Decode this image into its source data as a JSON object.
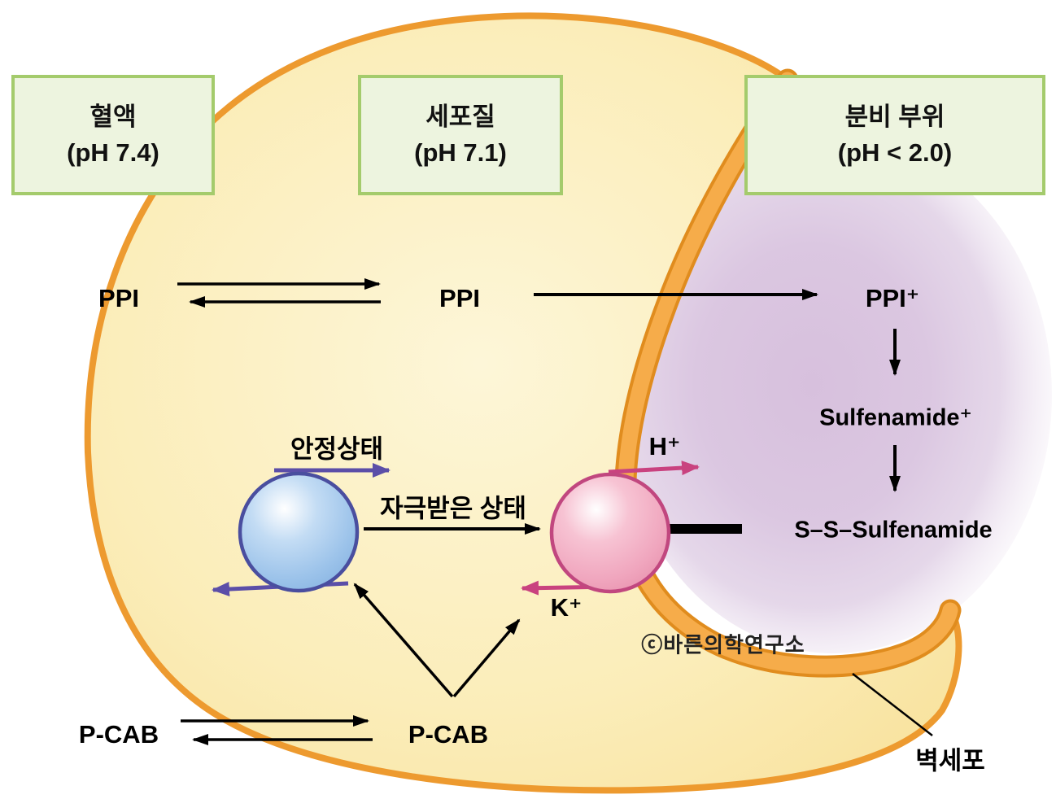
{
  "figure": {
    "watermark": "ⓒ바른의학연구소",
    "cell_label": "벽세포"
  },
  "regions": [
    {
      "name": "혈액",
      "ph": "(pH 7.4)"
    },
    {
      "name": "세포질",
      "ph": "(pH 7.1)"
    },
    {
      "name": "분비 부위",
      "ph": "(pH < 2.0)"
    }
  ],
  "molecules": {
    "ppi_blood": "PPI",
    "ppi_cytoplasm": "PPI",
    "ppi_activated": "PPI⁺",
    "sulfenamide": "Sulfenamide⁺",
    "ss_sulfenamide": "S–S–Sulfenamide",
    "pcab_blood": "P-CAB",
    "pcab_cytoplasm": "P-CAB"
  },
  "pump": {
    "resting_label": "안정상태",
    "stimulated_label": "자극받은 상태",
    "h_ion": "H⁺",
    "k_ion": "K⁺"
  },
  "colors": {
    "cell_fill": "#FBEDB9",
    "cell_membrane": "#ED9A2F",
    "membrane_band": "#F6AC4A",
    "membrane_band_edge": "#E08C1E",
    "secretory_region": "#DBC7E1",
    "box_background": "#EDF4DF",
    "box_border": "#A4CB6C",
    "pump_resting_fill": "#9CC3EA",
    "pump_resting_border": "#4A4E9F",
    "pump_active_fill": "#F0A6BE",
    "pump_active_border": "#C1477F",
    "arrow_black": "#000000",
    "arrow_purple": "#5B4EA8",
    "arrow_magenta": "#C9427F"
  }
}
